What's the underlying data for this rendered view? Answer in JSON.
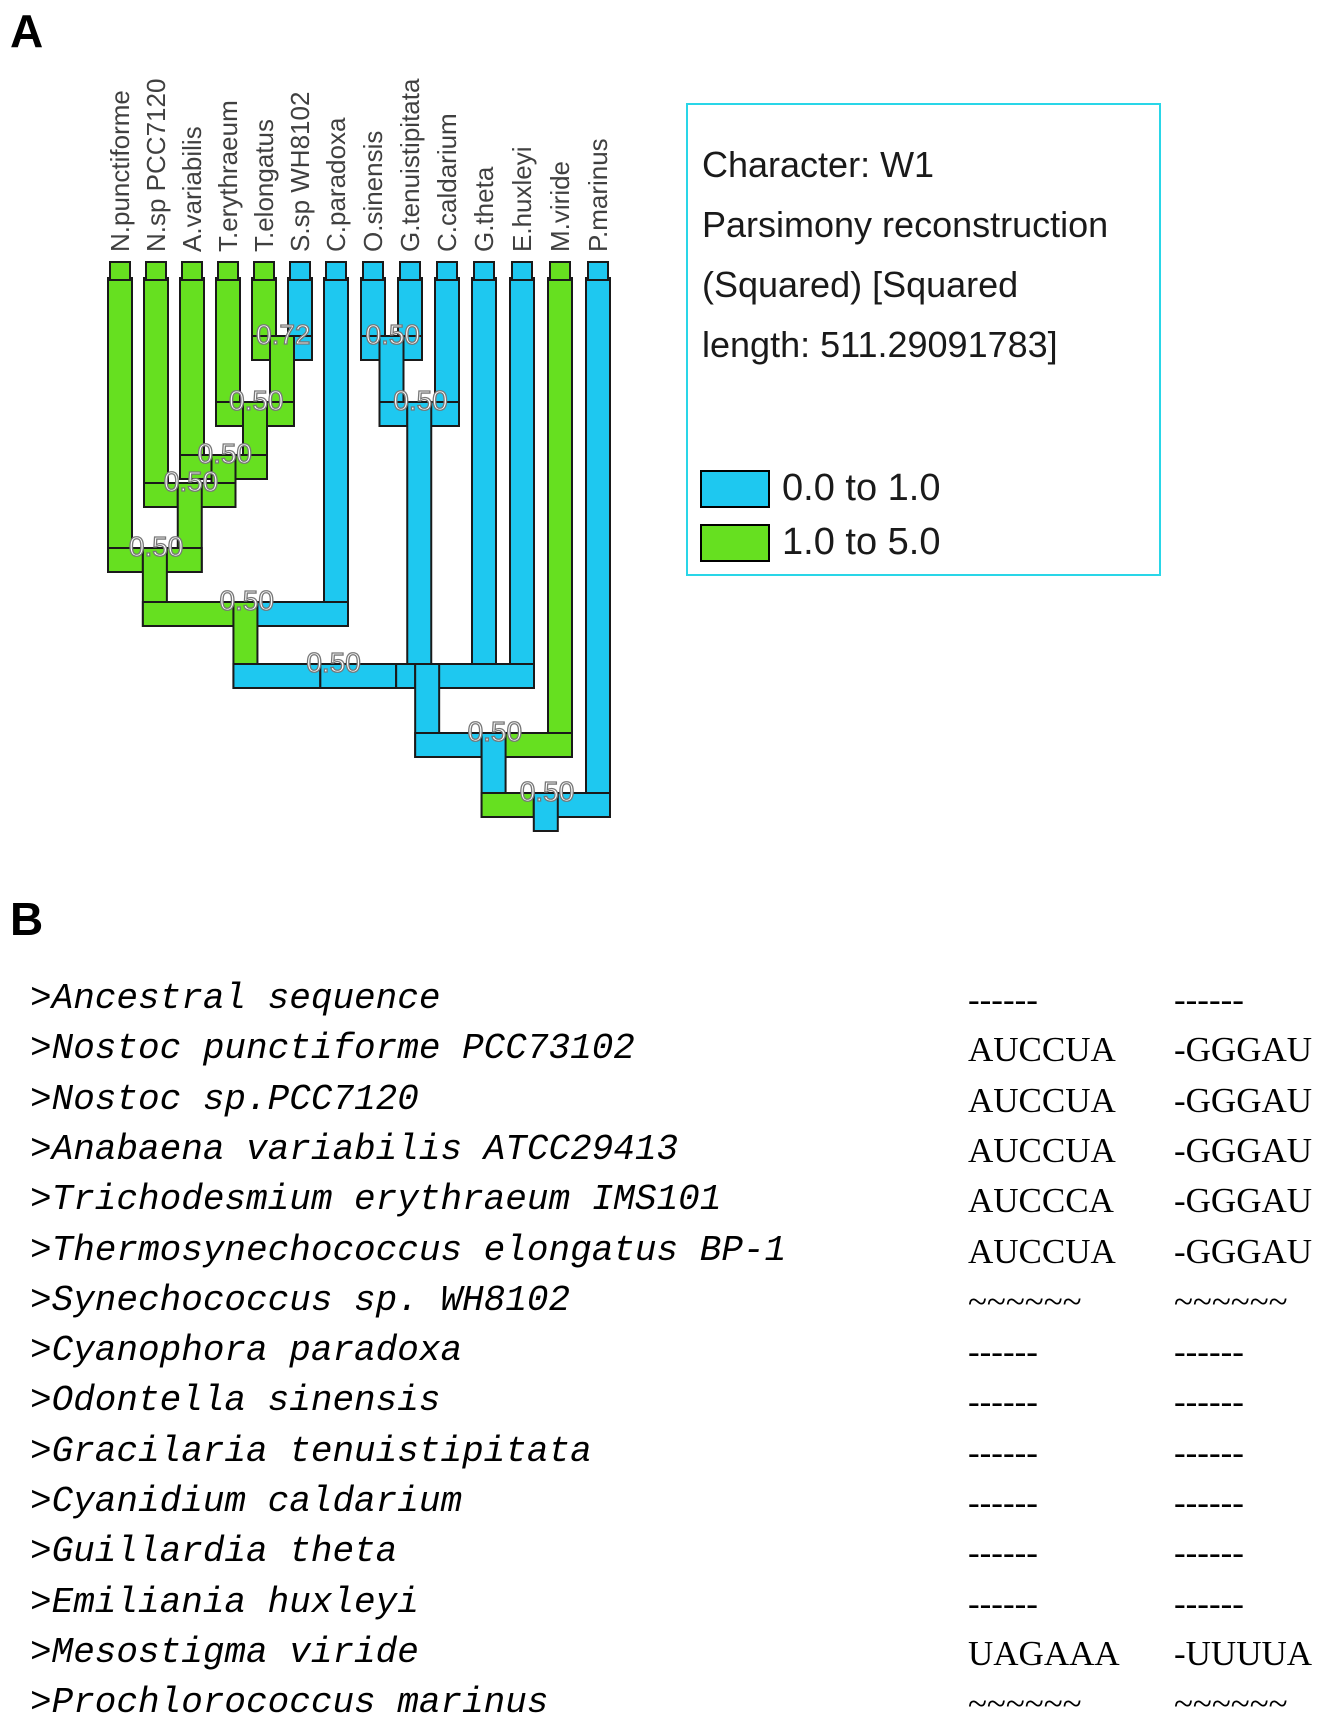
{
  "panel_a_letter": "A",
  "panel_b_letter": "B",
  "taxa": [
    {
      "label": "N.punctiforme",
      "state": "green"
    },
    {
      "label": "N.sp PCC7120",
      "state": "green"
    },
    {
      "label": "A.variabilis",
      "state": "green"
    },
    {
      "label": "T.erythraeum",
      "state": "green"
    },
    {
      "label": "T.elongatus",
      "state": "green"
    },
    {
      "label": "S.sp WH8102",
      "state": "blue"
    },
    {
      "label": "C.paradoxa",
      "state": "blue"
    },
    {
      "label": "O.sinensis",
      "state": "blue"
    },
    {
      "label": "G.tenuistipitata",
      "state": "blue"
    },
    {
      "label": "C.caldarium",
      "state": "blue"
    },
    {
      "label": "G.theta",
      "state": "blue"
    },
    {
      "label": "E.huxleyi",
      "state": "blue"
    },
    {
      "label": "M.viride",
      "state": "green"
    },
    {
      "label": "P.marinus",
      "state": "blue"
    }
  ],
  "node_labels": [
    "0.72",
    "0.50",
    "0.50",
    "0.50",
    "0.50",
    "0.50",
    "0.50",
    "0.50",
    "0.50",
    "0.50",
    "0.50"
  ],
  "legend": {
    "lines": [
      "Character: W1",
      "Parsimony reconstruction",
      "(Squared) [Squared",
      "length: 511.29091783]"
    ],
    "entries": [
      {
        "label": "0.0 to 1.0",
        "color": "#1ec8f0"
      },
      {
        "label": "1.0 to 5.0",
        "color": "#66e020"
      }
    ],
    "border_color": "#29d6e8"
  },
  "colors": {
    "blue": "#1ec8f0",
    "green": "#66e020",
    "outline": "#1a1a1a"
  },
  "sequences": [
    {
      "name": ">Ancestral sequence",
      "col1": "------",
      "col2": "------"
    },
    {
      "name": ">Nostoc punctiforme PCC73102",
      "col1": "AUCCUA",
      "col2": "-GGGAU"
    },
    {
      "name": ">Nostoc sp.PCC7120",
      "col1": "AUCCUA",
      "col2": "-GGGAU"
    },
    {
      "name": ">Anabaena variabilis ATCC29413",
      "col1": "AUCCUA",
      "col2": "-GGGAU"
    },
    {
      "name": ">Trichodesmium erythraeum IMS101",
      "col1": "AUCCCA",
      "col2": "-GGGAU"
    },
    {
      "name": ">Thermosynechococcus elongatus BP-1",
      "col1": "AUCCUA",
      "col2": "-GGGAU"
    },
    {
      "name": ">Synechococcus sp. WH8102",
      "col1": "~~~~~~",
      "col2": "~~~~~~"
    },
    {
      "name": ">Cyanophora paradoxa",
      "col1": "------",
      "col2": "------"
    },
    {
      "name": ">Odontella sinensis",
      "col1": "------",
      "col2": "------"
    },
    {
      "name": ">Gracilaria tenuistipitata",
      "col1": "------",
      "col2": "------"
    },
    {
      "name": ">Cyanidium caldarium",
      "col1": "------",
      "col2": "------"
    },
    {
      "name": ">Guillardia theta",
      "col1": "------",
      "col2": "------"
    },
    {
      "name": ">Emiliania huxleyi",
      "col1": "------",
      "col2": "------"
    },
    {
      "name": ">Mesostigma viride",
      "col1": "UAGAAA",
      "col2": "-UUUUA"
    },
    {
      "name": ">Prochlorococcus marinus",
      "col1": "~~~~~~",
      "col2": "~~~~~~"
    }
  ]
}
